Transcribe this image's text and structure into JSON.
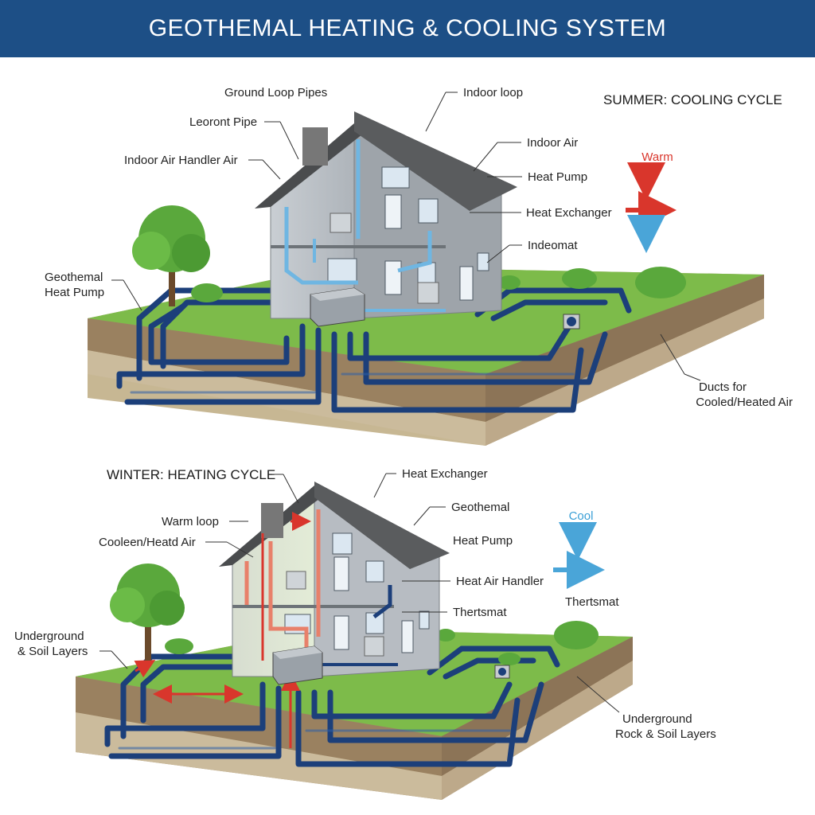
{
  "title": "GEOTHEMAL HEATING & COOLING SYSTEM",
  "summer": {
    "cycle_label": "SUMMER: COOLING CYCLE",
    "flow_label": "Warm",
    "labels": {
      "ground_loop_pipes": "Ground Loop Pipes",
      "leoront_pipe": "Leoront Pipe",
      "indoor_air_handler": "Indoor Air Handler Air",
      "geothermal_heat_pump": "Geothemal\nHeat Pump",
      "indoor_loop": "Indoor loop",
      "indoor_air": "Indoor Air",
      "heat_pump": "Heat Pump",
      "heat_exchanger": "Heat Exchanger",
      "indeomat": "Indeomat",
      "ducts": "Ducts for\nCooled/Heated Air"
    }
  },
  "winter": {
    "cycle_label": "WINTER: HEATING CYCLE",
    "flow_label": "Cool",
    "labels": {
      "warm_loop": "Warm loop",
      "cooleen_air": "Cooleen/Heatd Air",
      "underground_soil": "Underground\n& Soil Layers",
      "heat_exchanger": "Heat Exchanger",
      "geothemal": "Geothemal",
      "heat_pump": "Heat Pump",
      "heat_air_handler": "Heat Air Handler",
      "thertsmat": "Thertsmat",
      "thertsmat_right": "Thertsmat",
      "underground_rock": "Underground\nRock & Soil Layers"
    }
  },
  "colors": {
    "banner": "#1d4f86",
    "grass": "#7dbb4a",
    "soil": "#a8916e",
    "rock": "#cbbb9c",
    "pipe": "#1c3f7a",
    "roof": "#5a5c5e",
    "warm_arrow": "#d9362c",
    "cool_arrow": "#4aa5d8"
  }
}
